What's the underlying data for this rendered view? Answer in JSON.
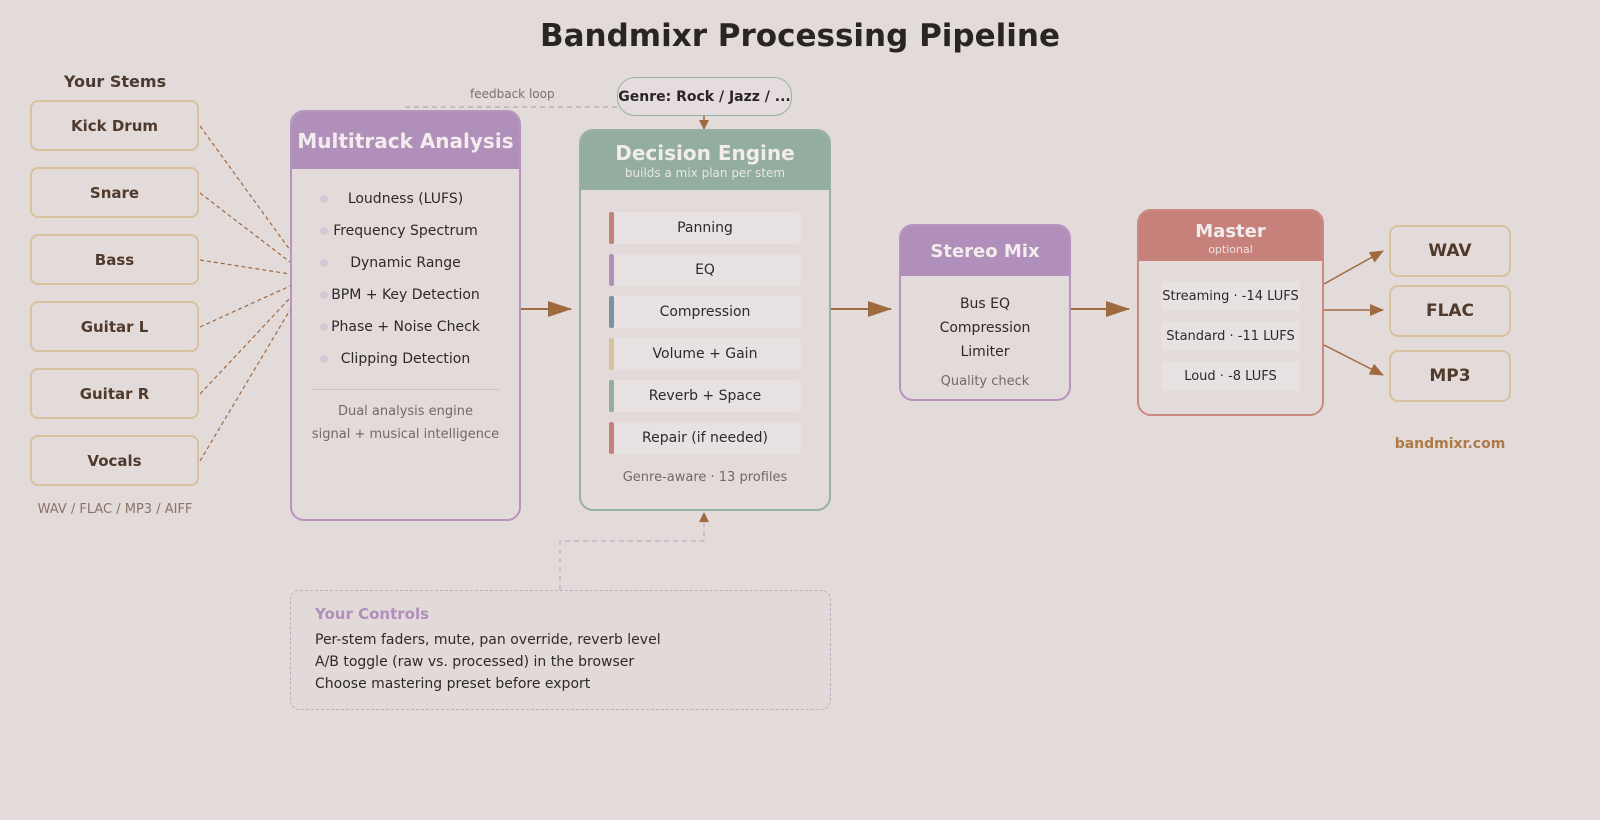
{
  "title": "Bandmixr Processing Pipeline",
  "stems": {
    "heading": "Your Stems",
    "items": [
      "Kick Drum",
      "Snare",
      "Bass",
      "Guitar L",
      "Guitar R",
      "Vocals"
    ],
    "formats": "WAV / FLAC / MP3 / AIFF"
  },
  "analysis": {
    "title": "Multitrack Analysis",
    "items": [
      "Loudness (LUFS)",
      "Frequency Spectrum",
      "Dynamic Range",
      "BPM + Key Detection",
      "Phase + Noise Check",
      "Clipping Detection"
    ],
    "note_line1": "Dual analysis engine",
    "note_line2": "signal + musical intelligence"
  },
  "feedback_label": "feedback loop",
  "genre": "Genre: Rock / Jazz / ...",
  "engine": {
    "title": "Decision Engine",
    "subtitle": "builds a mix plan per stem",
    "steps": [
      {
        "label": "Panning",
        "color": "#c5817a"
      },
      {
        "label": "EQ",
        "color": "#b08fba"
      },
      {
        "label": "Compression",
        "color": "#7b92a6"
      },
      {
        "label": "Volume + Gain",
        "color": "#d8c29c"
      },
      {
        "label": "Reverb + Space",
        "color": "#93ae9f"
      },
      {
        "label": "Repair (if needed)",
        "color": "#c5817a"
      }
    ],
    "note": "Genre-aware · 13 profiles"
  },
  "stereo": {
    "title": "Stereo Mix",
    "lines": [
      "Bus EQ",
      "Compression",
      "Limiter"
    ],
    "note": "Quality check"
  },
  "master": {
    "title": "Master",
    "subtitle": "optional",
    "presets": [
      "Streaming · -14 LUFS",
      "Standard · -11 LUFS",
      "Loud · -8 LUFS"
    ]
  },
  "outputs": [
    "WAV",
    "FLAC",
    "MP3"
  ],
  "site": "bandmixr.com",
  "controls": {
    "title": "Your Controls",
    "lines": [
      "Per-stem faders, mute, pan override, reverb level",
      "A/B toggle (raw vs. processed) in the browser",
      "Choose mastering preset before export"
    ]
  },
  "colors": {
    "stem_border": "#d8c29c",
    "analysis_purple": "#b08fba",
    "engine_green": "#93ae9f",
    "master_red": "#c5817a",
    "arrow_brown": "#a06a40",
    "site_accent": "#b07a48"
  }
}
